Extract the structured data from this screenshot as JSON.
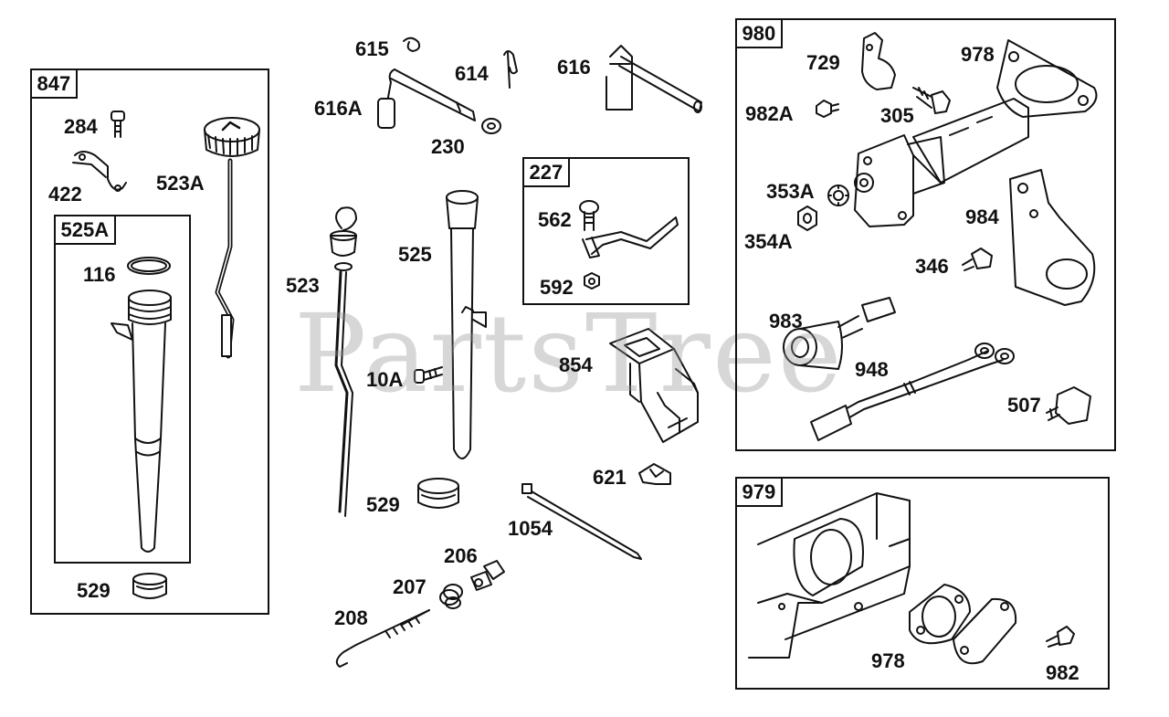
{
  "watermark": "PartsTree",
  "groups": [
    {
      "id": "847"
    },
    {
      "id": "525A"
    },
    {
      "id": "227"
    },
    {
      "id": "980"
    },
    {
      "id": "979"
    }
  ],
  "labels": {
    "g847": [
      "284",
      "422",
      "523A",
      "116",
      "529"
    ],
    "middle": [
      "615",
      "614",
      "616",
      "616A",
      "230",
      "523",
      "525",
      "10A",
      "529",
      "854",
      "621",
      "1054",
      "206",
      "207",
      "208"
    ],
    "g227": [
      "562",
      "592"
    ],
    "g980": [
      "729",
      "978",
      "982A",
      "305",
      "353A",
      "354A",
      "984",
      "346",
      "983",
      "948",
      "507"
    ],
    "g979": [
      "978",
      "982"
    ]
  },
  "colors": {
    "ink": "#111111",
    "watermark": "#969696"
  }
}
